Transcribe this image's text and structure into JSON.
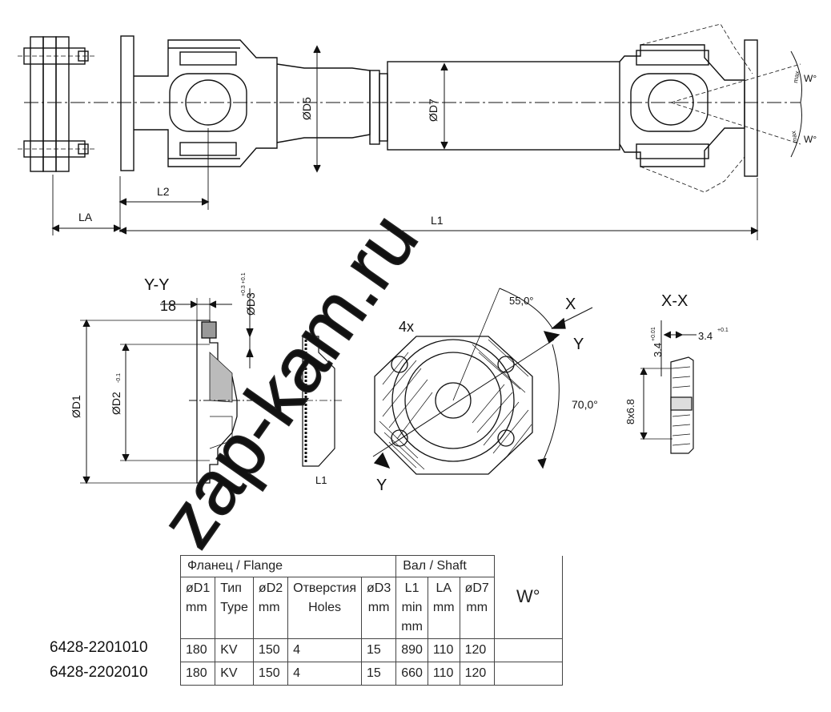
{
  "watermark": "zap-kam.ru",
  "top_view": {
    "labels": {
      "d5": "ØD5",
      "d7": "ØD7",
      "l2": "L2",
      "la": "LA",
      "l1": "L1",
      "w_upper": "W°",
      "w_lower": "W°",
      "max_upper": "max",
      "max_lower": "max"
    }
  },
  "section_yy": {
    "title": "Y-Y",
    "dim_18": "18",
    "d3": "ØD3",
    "d3_tol": "+0.3 +0.1",
    "d1": "ØD1",
    "d2": "ØD2",
    "d2_tol": "-0.1",
    "l1": "L1"
  },
  "flange_view": {
    "holes": "4x",
    "angle_55": "55,0°",
    "angle_70": "70,0°",
    "x_label": "X",
    "y_upper": "Y",
    "y_lower": "Y"
  },
  "section_xx": {
    "title": "X-X",
    "dim_34_left": "3.4",
    "dim_34_left_tol": "+0.01",
    "dim_34_right": "3.4",
    "dim_34_right_tol": "+0.1",
    "spline": "8x6.8"
  },
  "table": {
    "flange_header": "Фланец / Flange",
    "shaft_header": "Вал / Shaft",
    "columns": [
      {
        "l1": "øD1",
        "l2": "mm"
      },
      {
        "l1": "Тип",
        "l2": "Type"
      },
      {
        "l1": "øD2",
        "l2": "mm"
      },
      {
        "l1": "Отверстия",
        "l2": "Holes"
      },
      {
        "l1": "øD3",
        "l2": "mm"
      },
      {
        "l1": "L1",
        "l2": "min",
        "l3": "mm"
      },
      {
        "l1": "LA",
        "l2": "mm"
      },
      {
        "l1": "øD7",
        "l2": "mm"
      }
    ],
    "w_header": "W°",
    "rows": [
      {
        "part": "6428-2201010",
        "cells": [
          "180",
          "KV",
          "150",
          "4",
          "15",
          "890",
          "110",
          "120"
        ],
        "w": ""
      },
      {
        "part": "6428-2202010",
        "cells": [
          "180",
          "KV",
          "150",
          "4",
          "15",
          "660",
          "110",
          "120"
        ],
        "w": ""
      }
    ]
  }
}
